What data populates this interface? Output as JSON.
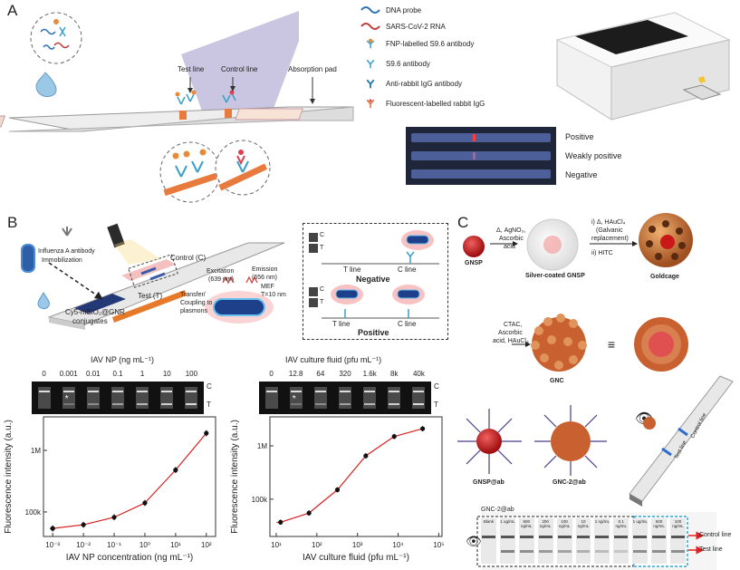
{
  "panels": {
    "a": "A",
    "b": "B",
    "c": "C"
  },
  "panel_a": {
    "labels": {
      "test_line": "Test line",
      "control_line": "Control line",
      "absorption_pad": "Absorption pad"
    },
    "legend": [
      {
        "icon": "dna-probe-icon",
        "text": "DNA probe"
      },
      {
        "icon": "rna-icon",
        "text": "SARS-CoV-2 RNA"
      },
      {
        "icon": "fnp-antibody-icon",
        "text": "FNP-labelled S9.6 antibody"
      },
      {
        "icon": "s96-antibody-icon",
        "text": "S9.6 antibody"
      },
      {
        "icon": "anti-rabbit-antibody-icon",
        "text": "Anti-rabbit IgG antibody"
      },
      {
        "icon": "fluorescent-igg-icon",
        "text": "Fluorescent-labelled rabbit IgG"
      }
    ],
    "strip_results": [
      "Positive",
      "Weakly positive",
      "Negative"
    ]
  },
  "panel_b": {
    "labels": {
      "influenza_antibody": "Influenza A antibody",
      "immobilization": "Immobilization",
      "control": "Control (C)",
      "test": "Test (T)",
      "conjugates_line1": "Cy5-mSiO₂@GNR",
      "conjugates_line2": "conjugates",
      "excitation": "Excitation",
      "excitation_nm": "(639 nm)",
      "emission": "Emission",
      "emission_nm": "(656 nm)",
      "mef": "MEF",
      "distance": "T=10 nm",
      "transfer_line1": "Transfer/",
      "transfer_line2": "Coupling to",
      "transfer_line3": "plasmons"
    },
    "inset": {
      "c": "C",
      "t": "T",
      "t_line": "T line",
      "c_line": "C line",
      "negative": "Negative",
      "positive": "Positive"
    },
    "strip_row_labels": {
      "c": "C",
      "t": "T"
    },
    "star": "*"
  },
  "panel_c": {
    "labels": {
      "gnsp": "GNSP",
      "silver_coated": "Silver-coated GNSP",
      "goldcage": "Goldcage",
      "step1_line1": "Δ, AgNO₃,",
      "step1_line2": "Ascorbic",
      "step1_line3": "acid",
      "step2_line1": "i) Δ, HAuCl₄",
      "step2_line2": "(Galvanic",
      "step2_line3": "replacement)",
      "step2_line4": "ii) HITC",
      "step3_line1": "CTAC,",
      "step3_line2": "Ascorbic",
      "step3_line3": "acid, HAuCl₄",
      "gnc": "GNC",
      "equals": "≡",
      "gnsp_ab": "GNSP@ab",
      "gnc2_ab": "GNC-2@ab",
      "test_line": "Test line",
      "control_line": "Control line",
      "strip_title": "GNC-2@ab",
      "control_arrow": "Control line",
      "test_arrow": "Test line"
    },
    "lanes": [
      "Blank",
      "1 ug/mL",
      "500 ng/mL",
      "200 ng/mL",
      "100 ng/mL",
      "10 ng/mL",
      "1 ng/mL",
      "0.1 ng/mL",
      "1 ug/mL",
      "500 ng/mL",
      "100 ng/mL"
    ]
  },
  "chart_data": [
    {
      "type": "line",
      "title": "IAV NP (ng mL⁻¹)",
      "strip_concentrations": [
        "0",
        "0.001",
        "0.01",
        "0.1",
        "1",
        "10",
        "100"
      ],
      "xlabel": "IAV NP concentration (ng mL⁻¹)",
      "ylabel": "Fluorescence intensity (a.u.)",
      "xscale": "log",
      "yscale": "log",
      "xlim": [
        0.0005,
        200
      ],
      "ylim": [
        40000,
        3500000
      ],
      "xticks": [
        "10⁻³",
        "10⁻²",
        "10⁻¹",
        "10⁰",
        "10¹",
        "10²"
      ],
      "yticks": [
        "100k",
        "1M"
      ],
      "points": [
        {
          "x": 0.001,
          "y": 54000
        },
        {
          "x": 0.01,
          "y": 62000
        },
        {
          "x": 0.1,
          "y": 82000
        },
        {
          "x": 1,
          "y": 140000
        },
        {
          "x": 10,
          "y": 480000
        },
        {
          "x": 100,
          "y": 1900000
        }
      ],
      "fit_color": "#d62020"
    },
    {
      "type": "line",
      "title": "IAV culture fluid (pfu mL⁻¹)",
      "strip_concentrations": [
        "0",
        "12.8",
        "64",
        "320",
        "1.6k",
        "8k",
        "40k"
      ],
      "xlabel": "IAV culture fluid (pfu mL⁻¹)",
      "ylabel": "Fluorescence intensity (a.u.)",
      "xscale": "log",
      "yscale": "log",
      "xlim": [
        7,
        120000
      ],
      "ylim": [
        20000,
        3500000
      ],
      "xticks": [
        "10¹",
        "10²",
        "10³",
        "10⁴",
        "10⁵"
      ],
      "yticks": [
        "100k",
        "1M"
      ],
      "points": [
        {
          "x": 12.8,
          "y": 37000
        },
        {
          "x": 64,
          "y": 55000
        },
        {
          "x": 320,
          "y": 150000
        },
        {
          "x": 1600,
          "y": 650000
        },
        {
          "x": 8000,
          "y": 1500000
        },
        {
          "x": 40000,
          "y": 2100000
        }
      ],
      "fit_color": "#d62020"
    }
  ]
}
